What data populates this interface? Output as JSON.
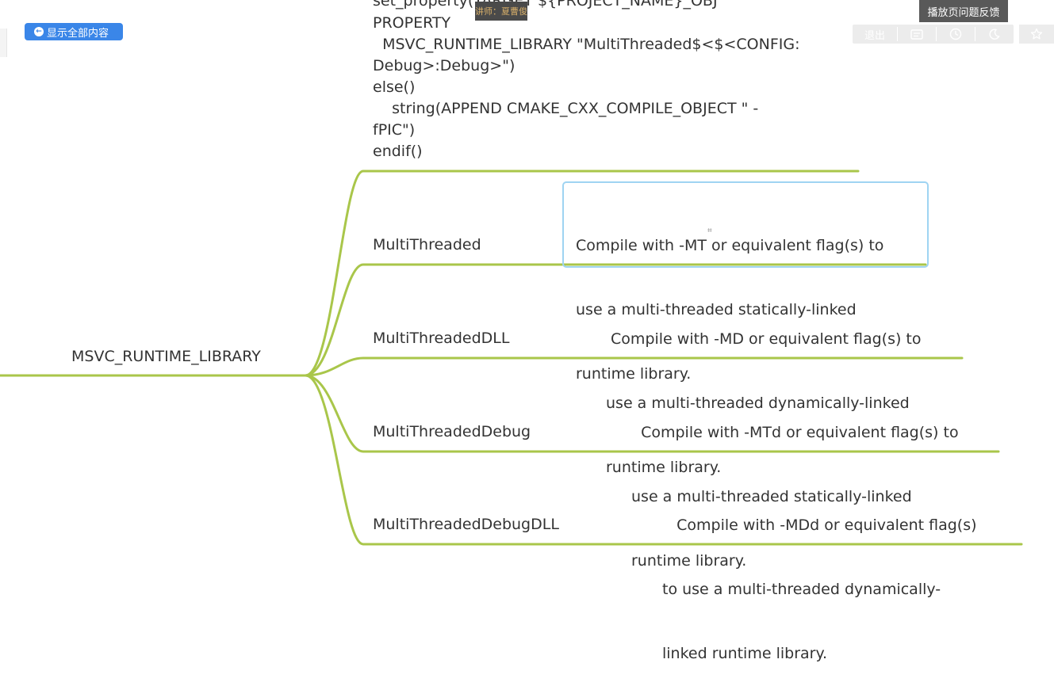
{
  "controls": {
    "show_all": "显示全部内容",
    "teacher": "讲师：夏曹俊",
    "feedback": "播放页问题反馈",
    "exit": "退出"
  },
  "icons": [
    "back-arrow-icon",
    "subtitle-icon",
    "clock-icon",
    "moon-icon",
    "star-icon"
  ],
  "colors": {
    "branch": "#a9c64a",
    "selection": "#9fd4f2",
    "button": "#3a86e8"
  },
  "code": [
    "set_property(TARGET ${PROJECT_NAME}_OBJ",
    "PROPERTY",
    "  MSVC_RUNTIME_LIBRARY \"MultiThreaded$<$<CONFIG:",
    "Debug>:Debug>\")",
    "else()",
    "    string(APPEND CMAKE_CXX_COMPILE_OBJECT \" -",
    "fPIC\")",
    "endif()"
  ],
  "root": {
    "label": "MSVC_RUNTIME_LIBRARY"
  },
  "branches": [
    {
      "label": "MultiThreaded",
      "description": [
        "Compile with -MT or equivalent flag(s) to",
        "use a multi-threaded statically-linked",
        "runtime library."
      ]
    },
    {
      "label": "MultiThreadedDLL",
      "description": [
        " Compile with -MD or equivalent flag(s) to",
        "use a multi-threaded dynamically-linked",
        "runtime library."
      ]
    },
    {
      "label": "MultiThreadedDebug",
      "description": [
        "  Compile with -MTd or equivalent flag(s) to",
        "use a multi-threaded statically-linked",
        "runtime library."
      ]
    },
    {
      "label": "MultiThreadedDebugDLL",
      "description": [
        "   Compile with -MDd or equivalent flag(s)",
        "to use a multi-threaded dynamically-",
        "linked runtime library."
      ]
    }
  ]
}
